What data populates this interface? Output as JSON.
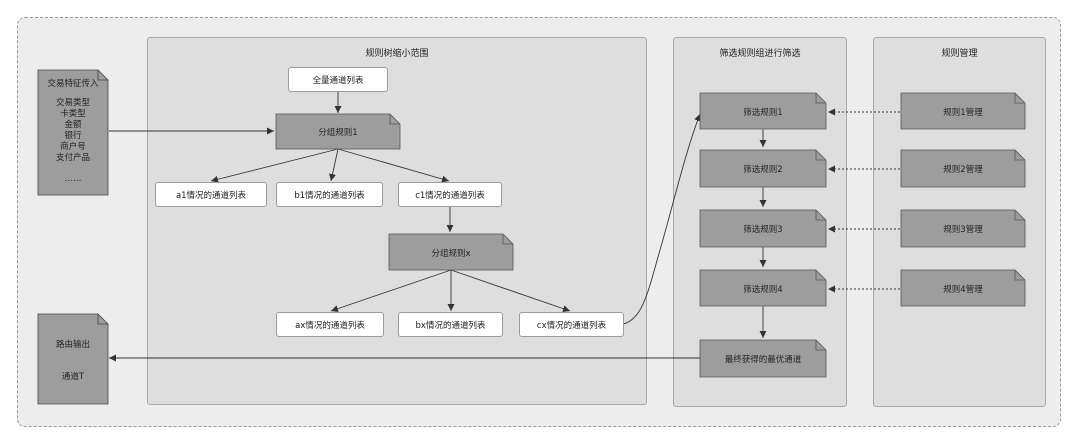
{
  "panels": {
    "narrow": "规则树缩小范围",
    "filter": "筛选规则组进行筛选",
    "manage": "规则管理"
  },
  "input_card": {
    "title": "交易特征传入",
    "lines": [
      "交易类型",
      "卡类型",
      "金额",
      "银行",
      "商户号",
      "支付产品",
      "……"
    ]
  },
  "output_card": {
    "title": "路由输出",
    "value": "通道T"
  },
  "tree": {
    "root": "全量通道列表",
    "group1": "分组规则1",
    "level1": [
      "a1情况的通道列表",
      "b1情况的通道列表",
      "c1情况的通道列表"
    ],
    "groupx": "分组规则x",
    "level2": [
      "ax情况的通道列表",
      "bx情况的通道列表",
      "cx情况的通道列表"
    ]
  },
  "filters": [
    "筛选规则1",
    "筛选规则2",
    "筛选规则3",
    "筛选规则4"
  ],
  "final": "最终获得的最优通道",
  "managers": [
    "规则1管理",
    "规则2管理",
    "规则3管理",
    "规则4管理"
  ],
  "colors": {
    "frame_bg": "#ededed",
    "panel_bg": "#dedede",
    "grey_node": "#9d9d9d",
    "line": "#333333"
  }
}
